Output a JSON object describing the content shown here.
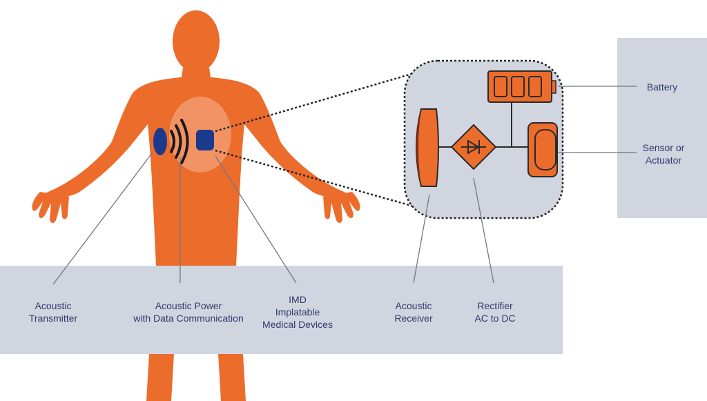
{
  "labels": {
    "acoustic_transmitter": [
      "Acoustic",
      "Transmitter"
    ],
    "acoustic_power": [
      "Acoustic Power",
      "with Data Communication"
    ],
    "imd": [
      "IMD",
      "Implatable",
      "Medical Devices"
    ],
    "acoustic_receiver": [
      "Acoustic",
      "Receiver"
    ],
    "rectifier": [
      "Rectifier",
      "AC to DC"
    ],
    "battery": [
      "Battery"
    ],
    "sensor": [
      "Sensor or",
      "Actuator"
    ]
  },
  "colors": {
    "body": "#ec6c2c",
    "panel": "#d1d5e0",
    "device_blue": "#1c3a8c",
    "text": "#2f3a6b",
    "line": "#6f7585",
    "outline": "#2a2a2a"
  },
  "icons": [
    "human-body-icon",
    "acoustic-wave-icon",
    "battery-icon",
    "diode-icon",
    "receiver-disc-icon",
    "sensor-capsule-icon"
  ]
}
